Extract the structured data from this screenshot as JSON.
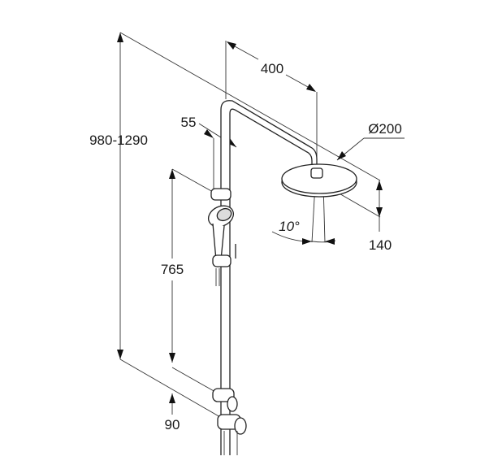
{
  "title": "Shower system dimension drawing",
  "dimensions": {
    "arm_projection": "400",
    "head_diameter": "Ø200",
    "rail_offset": "55",
    "total_height": "980-1290",
    "slide_rail_length": "765",
    "head_height": "140",
    "head_tilt": "10°",
    "valve_offset": "90"
  }
}
